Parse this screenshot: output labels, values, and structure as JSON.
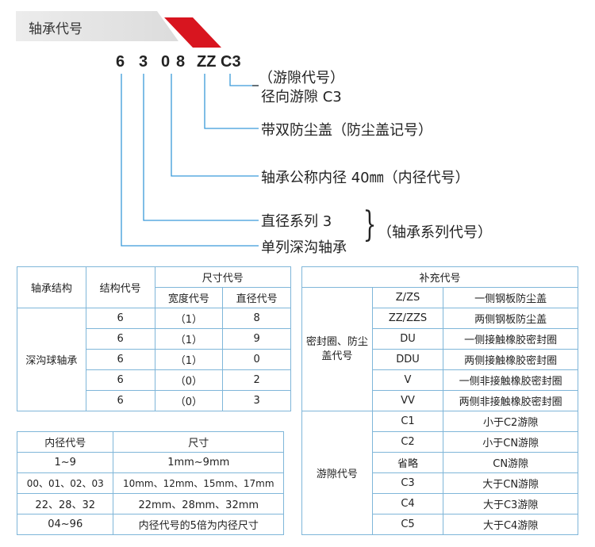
{
  "header": {
    "title": "轴承代号"
  },
  "code": {
    "c1": "6",
    "c2": "3",
    "c3": "0",
    "c4": "8",
    "c5": "ZZ",
    "c6": "C3"
  },
  "annotations": {
    "clearance_1": "（游隙代号）",
    "clearance_2": "径向游隙 C3",
    "shield": "带双防尘盖（防尘盖记号）",
    "bore": "轴承公称内径 40㎜（内径代号）",
    "diameter_series": "直径系列 3",
    "bearing_type": "单列深沟轴承",
    "series_code": "（轴承系列代号）"
  },
  "colors": {
    "accent": "#d8151f",
    "line": "#3a9ad9",
    "border": "#7fb6d9"
  },
  "table1": {
    "h_structure": "轴承结构",
    "h_code": "结构代号",
    "h_size": "尺寸代号",
    "h_width": "宽度代号",
    "h_dia": "直径代号",
    "type_name": "深沟球轴承",
    "rows": [
      {
        "code": "6",
        "width": "（1）",
        "dia": "8"
      },
      {
        "code": "6",
        "width": "（1）",
        "dia": "9"
      },
      {
        "code": "6",
        "width": "（1）",
        "dia": "0"
      },
      {
        "code": "6",
        "width": "（0）",
        "dia": "2"
      },
      {
        "code": "6",
        "width": "（0）",
        "dia": "3"
      }
    ]
  },
  "table2": {
    "h_code": "内径代号",
    "h_size": "尺寸",
    "rows": [
      {
        "code": "1~9",
        "size": "1mm~9mm"
      },
      {
        "code": "00、01、02、03",
        "size": "10mm、12mm、15mm、17mm"
      },
      {
        "code": "22、28、32",
        "size": "22mm、28mm、32mm"
      },
      {
        "code": "04~96",
        "size": "内径代号的5倍为内径尺寸"
      }
    ]
  },
  "table3": {
    "header": "补充代号",
    "group1": "密封圈、防尘盖代号",
    "group1_rows": [
      {
        "code": "Z/ZS",
        "desc": "一侧钢板防尘盖"
      },
      {
        "code": "ZZ/ZZS",
        "desc": "两侧钢板防尘盖"
      },
      {
        "code": "DU",
        "desc": "一侧接触橡胶密封圈"
      },
      {
        "code": "DDU",
        "desc": "两侧接触橡胶密封圈"
      },
      {
        "code": "V",
        "desc": "一侧非接触橡胶密封圈"
      },
      {
        "code": "VV",
        "desc": "两侧非接触橡胶密封圈"
      }
    ],
    "group2": "游隙代号",
    "group2_rows": [
      {
        "code": "C1",
        "desc": "小于C2游隙"
      },
      {
        "code": "C2",
        "desc": "小于CN游隙"
      },
      {
        "code": "省略",
        "desc": "CN游隙"
      },
      {
        "code": "C3",
        "desc": "大于CN游隙"
      },
      {
        "code": "C4",
        "desc": "大于C3游隙"
      },
      {
        "code": "C5",
        "desc": "大于C4游隙"
      }
    ]
  }
}
